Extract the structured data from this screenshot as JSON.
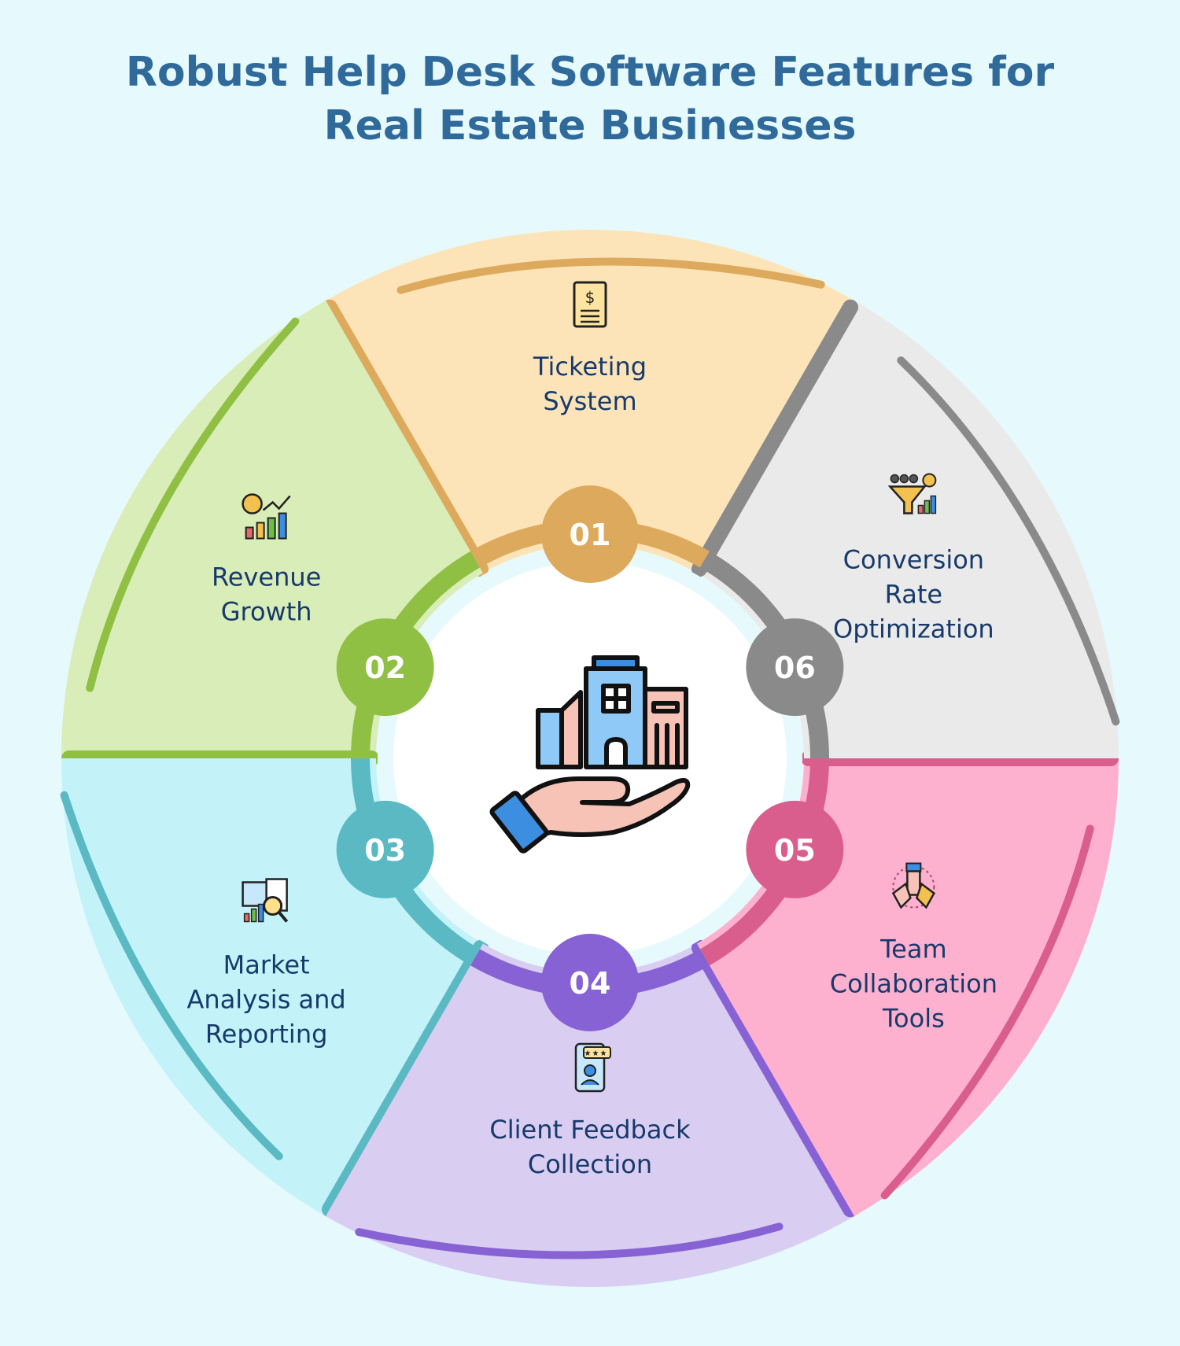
{
  "title": {
    "line1": "Robust Help Desk Software Features for",
    "line2": "Real Estate Businesses"
  },
  "center_icon": "hand-holding-buildings-icon",
  "segments": [
    {
      "number": "01",
      "label_lines": [
        "Ticketing",
        "System"
      ],
      "icon": "receipt-dollar-icon",
      "fill": "#fde4b8",
      "accent": "#dda95d"
    },
    {
      "number": "02",
      "label_lines": [
        "Revenue",
        "Growth"
      ],
      "icon": "revenue-chart-icon",
      "fill": "#d9edb8",
      "accent": "#8fc043"
    },
    {
      "number": "03",
      "label_lines": [
        "Market",
        "Analysis and",
        "Reporting"
      ],
      "icon": "market-report-icon",
      "fill": "#c3f3f8",
      "accent": "#5bb9c4"
    },
    {
      "number": "04",
      "label_lines": [
        "Client Feedback",
        "Collection"
      ],
      "icon": "feedback-phone-icon",
      "fill": "#d9cdf2",
      "accent": "#8662d4"
    },
    {
      "number": "05",
      "label_lines": [
        "Team",
        "Collaboration",
        "Tools"
      ],
      "icon": "team-hands-icon",
      "fill": "#feb0cf",
      "accent": "#da5e8d"
    },
    {
      "number": "06",
      "label_lines": [
        "Conversion",
        "Rate",
        "Optimization"
      ],
      "icon": "conversion-funnel-icon",
      "fill": "#eaeaea",
      "accent": "#8a8a8a"
    }
  ]
}
